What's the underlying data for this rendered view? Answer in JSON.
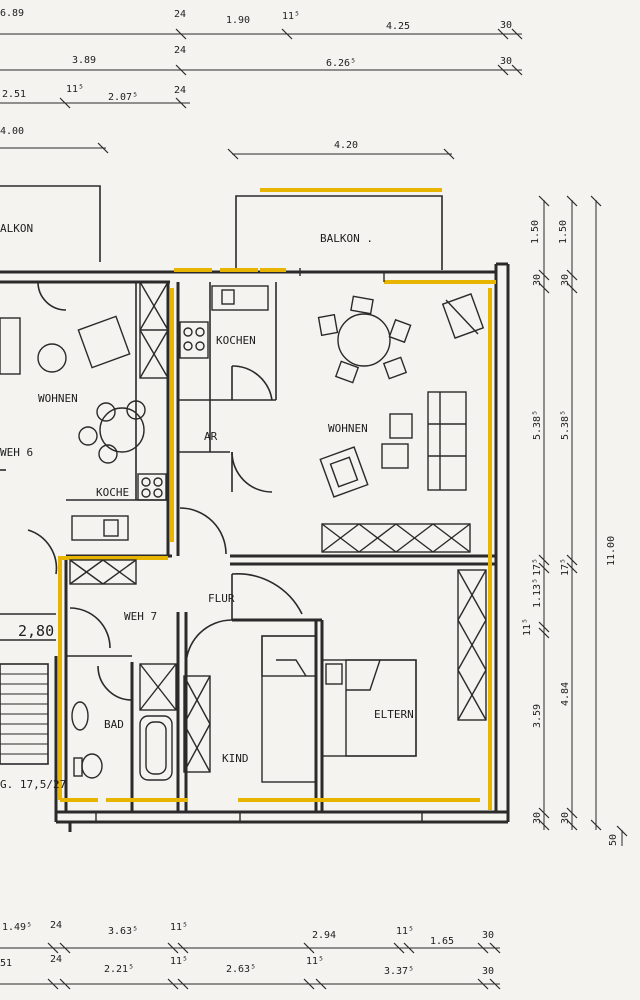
{
  "rooms": {
    "balkon_left": "ALKON",
    "balkon_right": "BALKON .",
    "kochen_top": "KOCHEN",
    "wohnen_left": "WOHNEN",
    "weh6": "WEH 6",
    "koche_left": "KOCHE",
    "ar": "AR",
    "wohnen_right": "WOHNEN",
    "flur": "FLUR",
    "weh7": "WEH 7",
    "bad": "BAD",
    "kind": "KIND",
    "eltern": "ELTERN",
    "stair_size": "2,80",
    "stair_note": "G. 17,5/27"
  },
  "dims_top": {
    "r1a": "6.89",
    "r1b": "24",
    "r1c": "1.90",
    "r1d": "11⁵",
    "r1e": "4.25",
    "r1f": "30",
    "r2a": "3.89",
    "r2b": "24",
    "r2c": "6.26⁵",
    "r2d": "30",
    "r3a": "2.51",
    "r3b": "11⁵",
    "r3c": "2.07⁵",
    "r3d": "24",
    "r4a": "4.00",
    "r5a": "4.20"
  },
  "dims_right": {
    "a1": "1.50",
    "a2": "30",
    "a3": "5.38⁵",
    "a4": "17⁵",
    "a5": "1.13⁵",
    "a6": "11⁵",
    "a7": "3.59",
    "a8": "30",
    "b1": "1.50",
    "b2": "30",
    "b3": "5.38⁵",
    "b4": "17⁵",
    "b5": "4.84",
    "b6": "30",
    "c1": "11.00",
    "d1": "50"
  },
  "dims_bottom": {
    "r1a": "1.49⁵",
    "r1b": "24",
    "r1c": "3.63⁵",
    "r1d": "11⁵",
    "r1e": "2.94",
    "r1f": "11⁵",
    "r1g": "1.65",
    "r1h": "30",
    "r2a": "51",
    "r2b": "24",
    "r2c": "2.21⁵",
    "r2d": "11⁵",
    "r2e": "2.63⁵",
    "r2f": "11⁵",
    "r2g": "3.37⁵",
    "r2h": "30"
  },
  "colors": {
    "highlight": "#e7b400",
    "ink": "#2a2a2a",
    "paper": "#f4f3f0"
  }
}
